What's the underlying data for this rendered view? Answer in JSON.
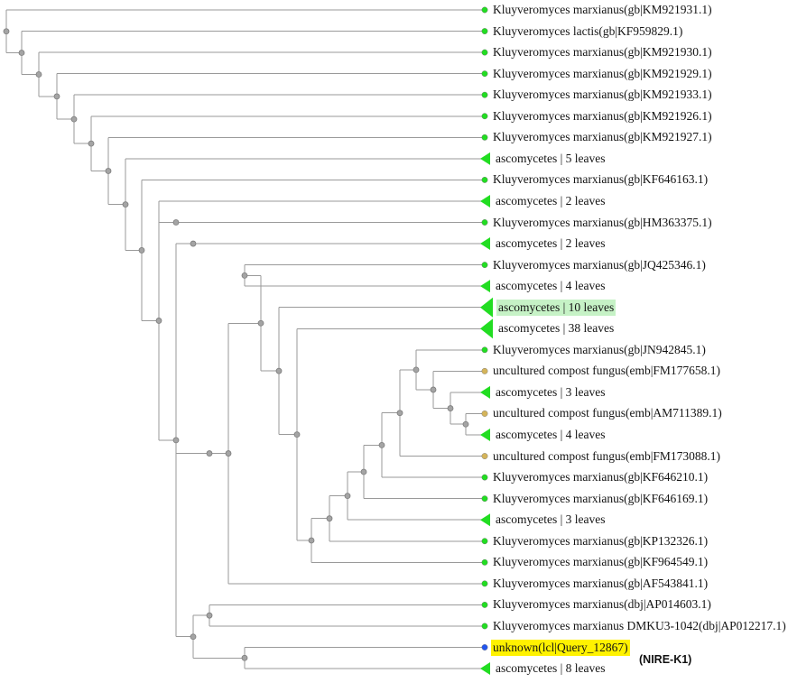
{
  "colors": {
    "branch": "#9a9a9a",
    "node": "#a4a4a4",
    "leaf_green": "#22dd22",
    "leaf_compost": "#d4b45a",
    "leaf_query": "#2255ee",
    "highlight_green": "#c6f2c6",
    "highlight_yellow": "#fff200"
  },
  "leaves": [
    {
      "label": "Kluyveromyces marxianus(gb|KM921931.1)",
      "marker": "green-dot-icon"
    },
    {
      "label": "Kluyveromyces lactis(gb|KF959829.1)",
      "marker": "green-dot-icon"
    },
    {
      "label": "Kluyveromyces marxianus(gb|KM921930.1)",
      "marker": "green-dot-icon"
    },
    {
      "label": "Kluyveromyces marxianus(gb|KM921929.1)",
      "marker": "green-dot-icon"
    },
    {
      "label": "Kluyveromyces marxianus(gb|KM921933.1)",
      "marker": "green-dot-icon"
    },
    {
      "label": "Kluyveromyces marxianus(gb|KM921926.1)",
      "marker": "green-dot-icon"
    },
    {
      "label": "Kluyveromyces marxianus(gb|KM921927.1)",
      "marker": "green-dot-icon"
    },
    {
      "label": "ascomycetes | 5 leaves",
      "marker": "collapsed-triangle-icon"
    },
    {
      "label": "Kluyveromyces marxianus(gb|KF646163.1)",
      "marker": "green-dot-icon"
    },
    {
      "label": "ascomycetes | 2 leaves",
      "marker": "collapsed-triangle-icon"
    },
    {
      "label": "Kluyveromyces marxianus(gb|HM363375.1)",
      "marker": "green-dot-icon"
    },
    {
      "label": "ascomycetes | 2 leaves",
      "marker": "collapsed-triangle-icon"
    },
    {
      "label": "Kluyveromyces marxianus(gb|JQ425346.1)",
      "marker": "green-dot-icon"
    },
    {
      "label": "ascomycetes | 4 leaves",
      "marker": "collapsed-triangle-icon"
    },
    {
      "label": "ascomycetes | 10 leaves",
      "marker": "collapsed-triangle-large-icon",
      "highlight": "green"
    },
    {
      "label": "ascomycetes | 38 leaves",
      "marker": "collapsed-triangle-large-icon"
    },
    {
      "label": "Kluyveromyces marxianus(gb|JN942845.1)",
      "marker": "green-dot-icon"
    },
    {
      "label": "uncultured compost fungus(emb|FM177658.1)",
      "marker": "tan-dot-icon"
    },
    {
      "label": "ascomycetes | 3 leaves",
      "marker": "collapsed-triangle-icon"
    },
    {
      "label": "uncultured compost fungus(emb|AM711389.1)",
      "marker": "tan-dot-icon"
    },
    {
      "label": "ascomycetes | 4 leaves",
      "marker": "collapsed-triangle-icon"
    },
    {
      "label": "uncultured compost fungus(emb|FM173088.1)",
      "marker": "tan-dot-icon"
    },
    {
      "label": "Kluyveromyces marxianus(gb|KF646210.1)",
      "marker": "green-dot-icon"
    },
    {
      "label": "Kluyveromyces marxianus(gb|KF646169.1)",
      "marker": "green-dot-icon"
    },
    {
      "label": "ascomycetes | 3 leaves",
      "marker": "collapsed-triangle-icon"
    },
    {
      "label": "Kluyveromyces marxianus(gb|KP132326.1)",
      "marker": "green-dot-icon"
    },
    {
      "label": "Kluyveromyces marxianus(gb|KF964549.1)",
      "marker": "green-dot-icon"
    },
    {
      "label": "Kluyveromyces marxianus(gb|AF543841.1)",
      "marker": "green-dot-icon"
    },
    {
      "label": "Kluyveromyces marxianus(dbj|AP014603.1)",
      "marker": "green-dot-icon"
    },
    {
      "label": "Kluyveromyces marxianus DMKU3-1042(dbj|AP012217.1)",
      "marker": "green-dot-icon"
    },
    {
      "label": "unknown(lcl|Query_12867)",
      "marker": "blue-dot-icon",
      "highlight": "yellow"
    },
    {
      "label": "ascomycetes | 8 leaves",
      "marker": "collapsed-triangle-icon"
    }
  ],
  "annotation": {
    "text": "(NIRE-K1)"
  }
}
